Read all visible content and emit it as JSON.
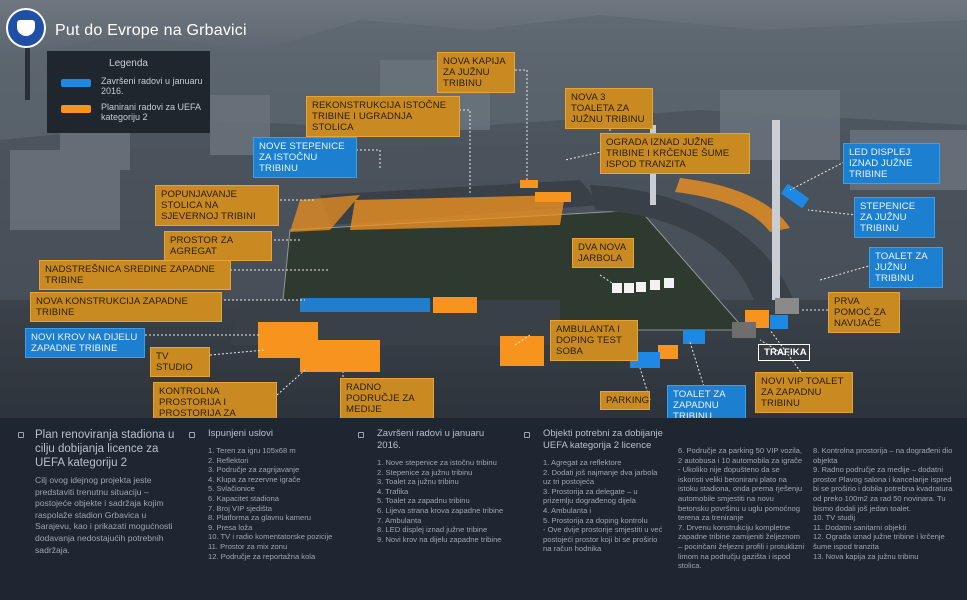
{
  "header": {
    "title": "Put do Evrope na Grbavici"
  },
  "legend": {
    "title": "Legenda",
    "items": [
      {
        "label": "Završeni radovi u januaru 2016.",
        "color": "#1e88e5"
      },
      {
        "label": "Planirani radovi za UEFA kategoriju 2",
        "color": "#f7941d"
      }
    ]
  },
  "labels": {
    "nova_kapija": "Nova kapija za južnu tribinu",
    "rekonstrukcija_istocne": "Rekonstrukcija istočne tribine i ugradnja stolica",
    "nova_3_toaleta": "Nova 3 toaleta za južnu tribinu",
    "ograda": "Ograda iznad južne tribine i krčenje šume ispod tranzita",
    "nove_stepenice": "Nove stepenice za istočnu tribinu",
    "led_displej": "LED displej iznad južne tribine",
    "popunjavanje": "Popunjavanje stolica na sjevernoj tribini",
    "stepenice_juzna": "Stepenice za južnu tribinu",
    "prostor_agregat": "Prostor za agregat",
    "dva_jarbola": "Dva nova jarbola",
    "toalet_juzna": "Toalet za južnu tribinu",
    "nadstresnica": "Nadstrešnica sredine zapadne tribine",
    "nova_konstrukcija": "Nova konstrukcija zapadne tribine",
    "prva_pomoc": "Prva pomoć za navijače",
    "novi_krov": "Novi krov na dijelu zapadne tribine",
    "ambulanta": "Ambulanta i doping test soba",
    "tv_studio": "TV studio",
    "trafika": "Trafika",
    "kontrolna": "Kontrolna prostorija i prostorija za delegate",
    "radno": "Radno područje za medije",
    "parking": "Parking",
    "toalet_zapadna": "Toalet za zapadnu tribinu",
    "vip_toalet": "Novi VIP toalet za zapadnu tribinu"
  },
  "panel": {
    "intro": {
      "heading": "Plan renoviranja stadiona u cilju dobijanja licence za UEFA kategoriju 2",
      "text": "Cilj ovog idejnog projekta jeste predstaviti trenutnu situaciju – postojeće objekte i sadržaja kojim raspolaže stadion Grbavica u Sarajevu, kao i prikazati mogućnosti dodavanja nedostajućih potrebnih sadržaja."
    },
    "ispunjeni": {
      "heading": "Ispunjeni uslovi",
      "items": [
        "1. Teren za igru 105x68 m",
        "2. Reflektori",
        "3. Područje za zagrijavanje",
        "4. Klupa za rezervne igrače",
        "5. Svlačionice",
        "6. Kapacitet stadiona",
        "7. Broj VIP sjedišta",
        "8. Platforma za glavnu kameru",
        "9. Presa loža",
        "10. TV i radio komentatorske pozicije",
        "11. Prostor za mix zonu",
        "12. Područje za reportažna kola"
      ]
    },
    "zavrseni": {
      "heading": "Završeni radovi u januaru 2016.",
      "items": [
        "1. Nove stepenice za istočnu tribinu",
        "2. Stepenice za južnu tribinu",
        "3. Toalet za južnu tribinu",
        "4. Trafika",
        "5. Toalet za zapadnu tribinu",
        "6. Lijeva strana krova zapadne tribine",
        "7. Ambulanta",
        "8. LED displej iznad južne tribine",
        "9. Novi krov na dijelu zapadne tribine"
      ]
    },
    "objekti": {
      "heading": "Objekti potrebni za dobijanje UEFA kategorija 2 licence",
      "col1": [
        "1. Agregat za reflektore",
        "2. Dodati još najmanje dva jarbola uz tri postojeća",
        "3. Prostorija za delegate – u prizemlju dograđenog dijela",
        "4. Ambulanta i",
        "5. Prostorija za doping kontrolu",
        "- Ove dvije prostorije smjestiti u već postojeći prostor koji bi se proširio na račun hodnika"
      ],
      "col2": [
        "6. Područje za parking 50 VIP vozila, 2 autobusa i 10 automobila za igrače",
        "- Ukoliko nije dopušteno da se iskoristi veliki betonirani plato na istoku stadiona, onda prema rješenju automobile smjestiti na novu betonsku površinu u uglu pomoćnog terena za treniranje",
        "7. Drvenu konstrukciju kompletne zapadne tribine zamijeniti željeznom – pocinčani željezni profili i protuklizni limom na području gazišta i ispod stolica."
      ],
      "col3": [
        "8. Kontrolna prostorija – na dograđeni dio objekta",
        "9. Radno područje za medije – dodatni prostor Plavog salona i kancelarije ispred bi se proširio i dobila potrebna kvadratura od preko 100m2 za rad 50 novinara. Tu bismo dodali još jedan toalet.",
        "10. TV studij",
        "11. Dodatni sanitarni objekti",
        "12. Ograda iznad južne tribine i krčenje šume ispod tranzita",
        "13. Nova kapija za južnu tribinu"
      ]
    }
  },
  "colors": {
    "orange": "#f7941d",
    "blue": "#1e88e5",
    "panel": "#1d2631"
  }
}
